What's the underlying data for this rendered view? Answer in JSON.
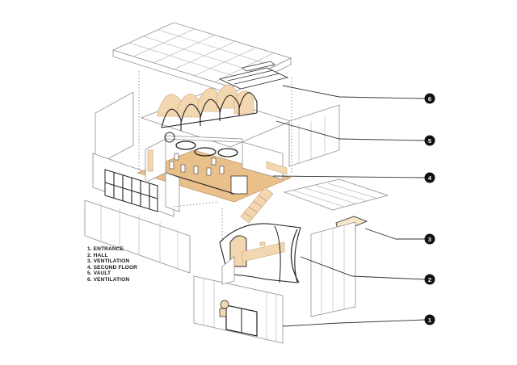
{
  "legend": {
    "items": [
      "1. ENTRANCE",
      "2. HALL",
      "3. VENTILATION",
      "4. SECOND FLOOR",
      "5. VAULT",
      "6. VENTILATION"
    ]
  },
  "callouts": [
    "1",
    "2",
    "3",
    "4",
    "5",
    "6"
  ],
  "colors": {
    "wood": "#f3d7b0",
    "line": "#9a9a9a",
    "ink": "#222222"
  }
}
